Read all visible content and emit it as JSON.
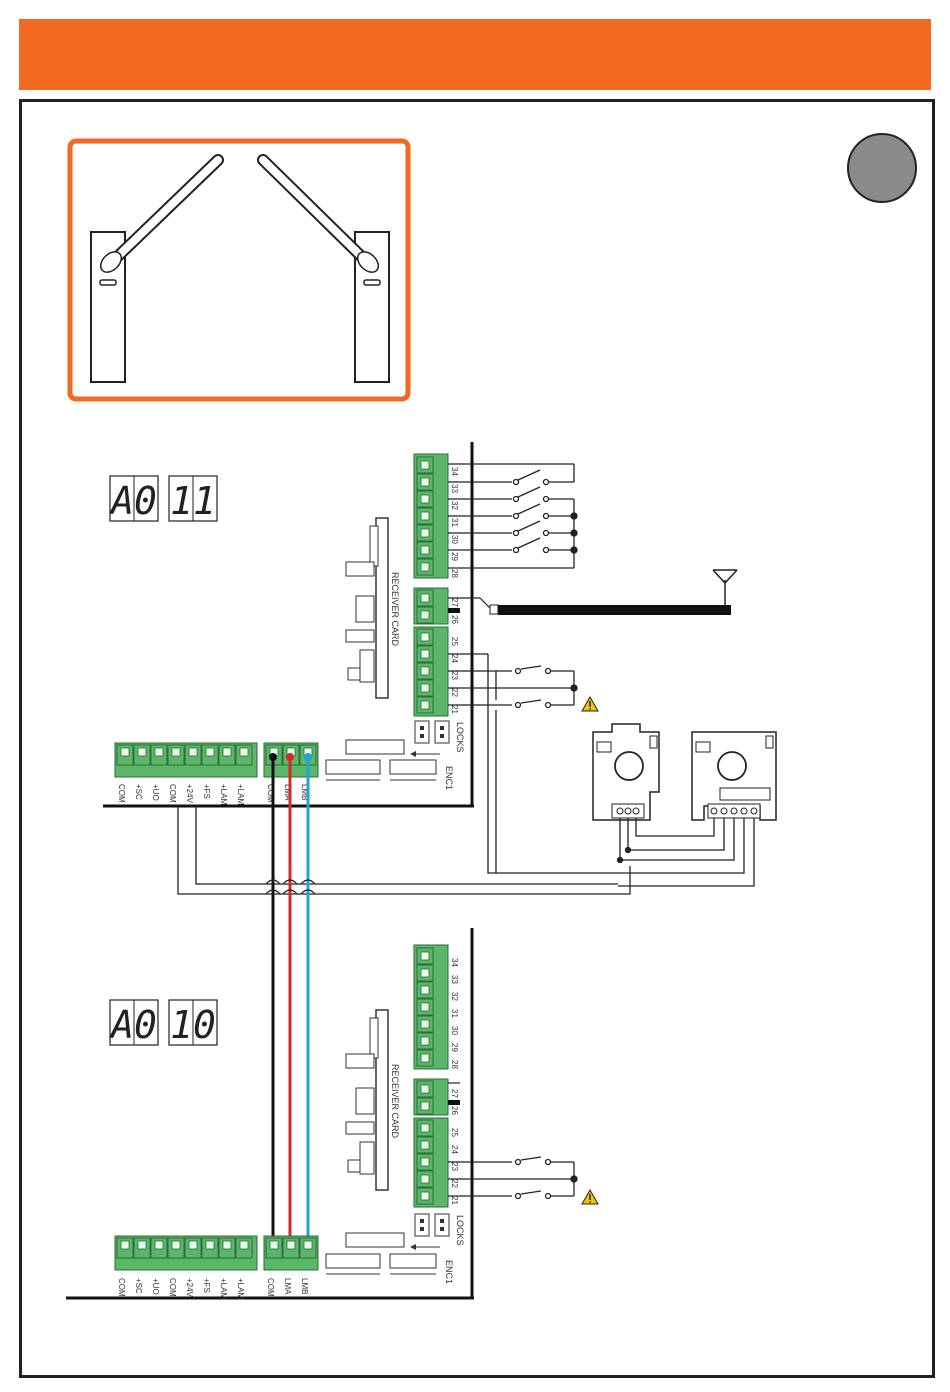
{
  "page": {
    "header_color": "#f26a21"
  },
  "displays": [
    {
      "left": "A0",
      "right": "11"
    },
    {
      "left": "A0",
      "right": "10"
    }
  ],
  "boards": [
    {
      "receiver_label": "RECEIVER CARD",
      "locks_label": "LOCKS",
      "enc_label": "ENC1",
      "top_terminals": [
        "34",
        "33",
        "32",
        "31",
        "30",
        "29",
        "28"
      ],
      "antenna_terminals": [
        "27",
        "26"
      ],
      "mid_terminals": [
        "25",
        "24",
        "23",
        "22",
        "21"
      ],
      "bottom_terminals": [
        "COM",
        "+SC",
        "+UO",
        "COM",
        "+24V",
        "+FS",
        "+LAM",
        "+LAM",
        "COM",
        "LMA",
        "LMB"
      ]
    },
    {
      "receiver_label": "RECEIVER CARD",
      "locks_label": "LOCKS",
      "enc_label": "ENC1",
      "top_terminals": [
        "34",
        "33",
        "32",
        "31",
        "30",
        "29",
        "28"
      ],
      "antenna_terminals": [
        "27",
        "26"
      ],
      "mid_terminals": [
        "25",
        "24",
        "23",
        "22",
        "21"
      ],
      "bottom_terminals": [
        "COM",
        "+SC",
        "+UO",
        "COM",
        "+24V",
        "+FS",
        "+LAM",
        "+LAM",
        "COM",
        "LMA",
        "LMB"
      ]
    }
  ],
  "colors": {
    "accent": "#f26a21",
    "terminal_green": "#5bb66a",
    "wire_black": "#111111",
    "wire_red": "#d62828",
    "wire_blue": "#1fa3d8",
    "badge_gray": "#8a8a8a",
    "warning_yellow": "#f5c400"
  }
}
